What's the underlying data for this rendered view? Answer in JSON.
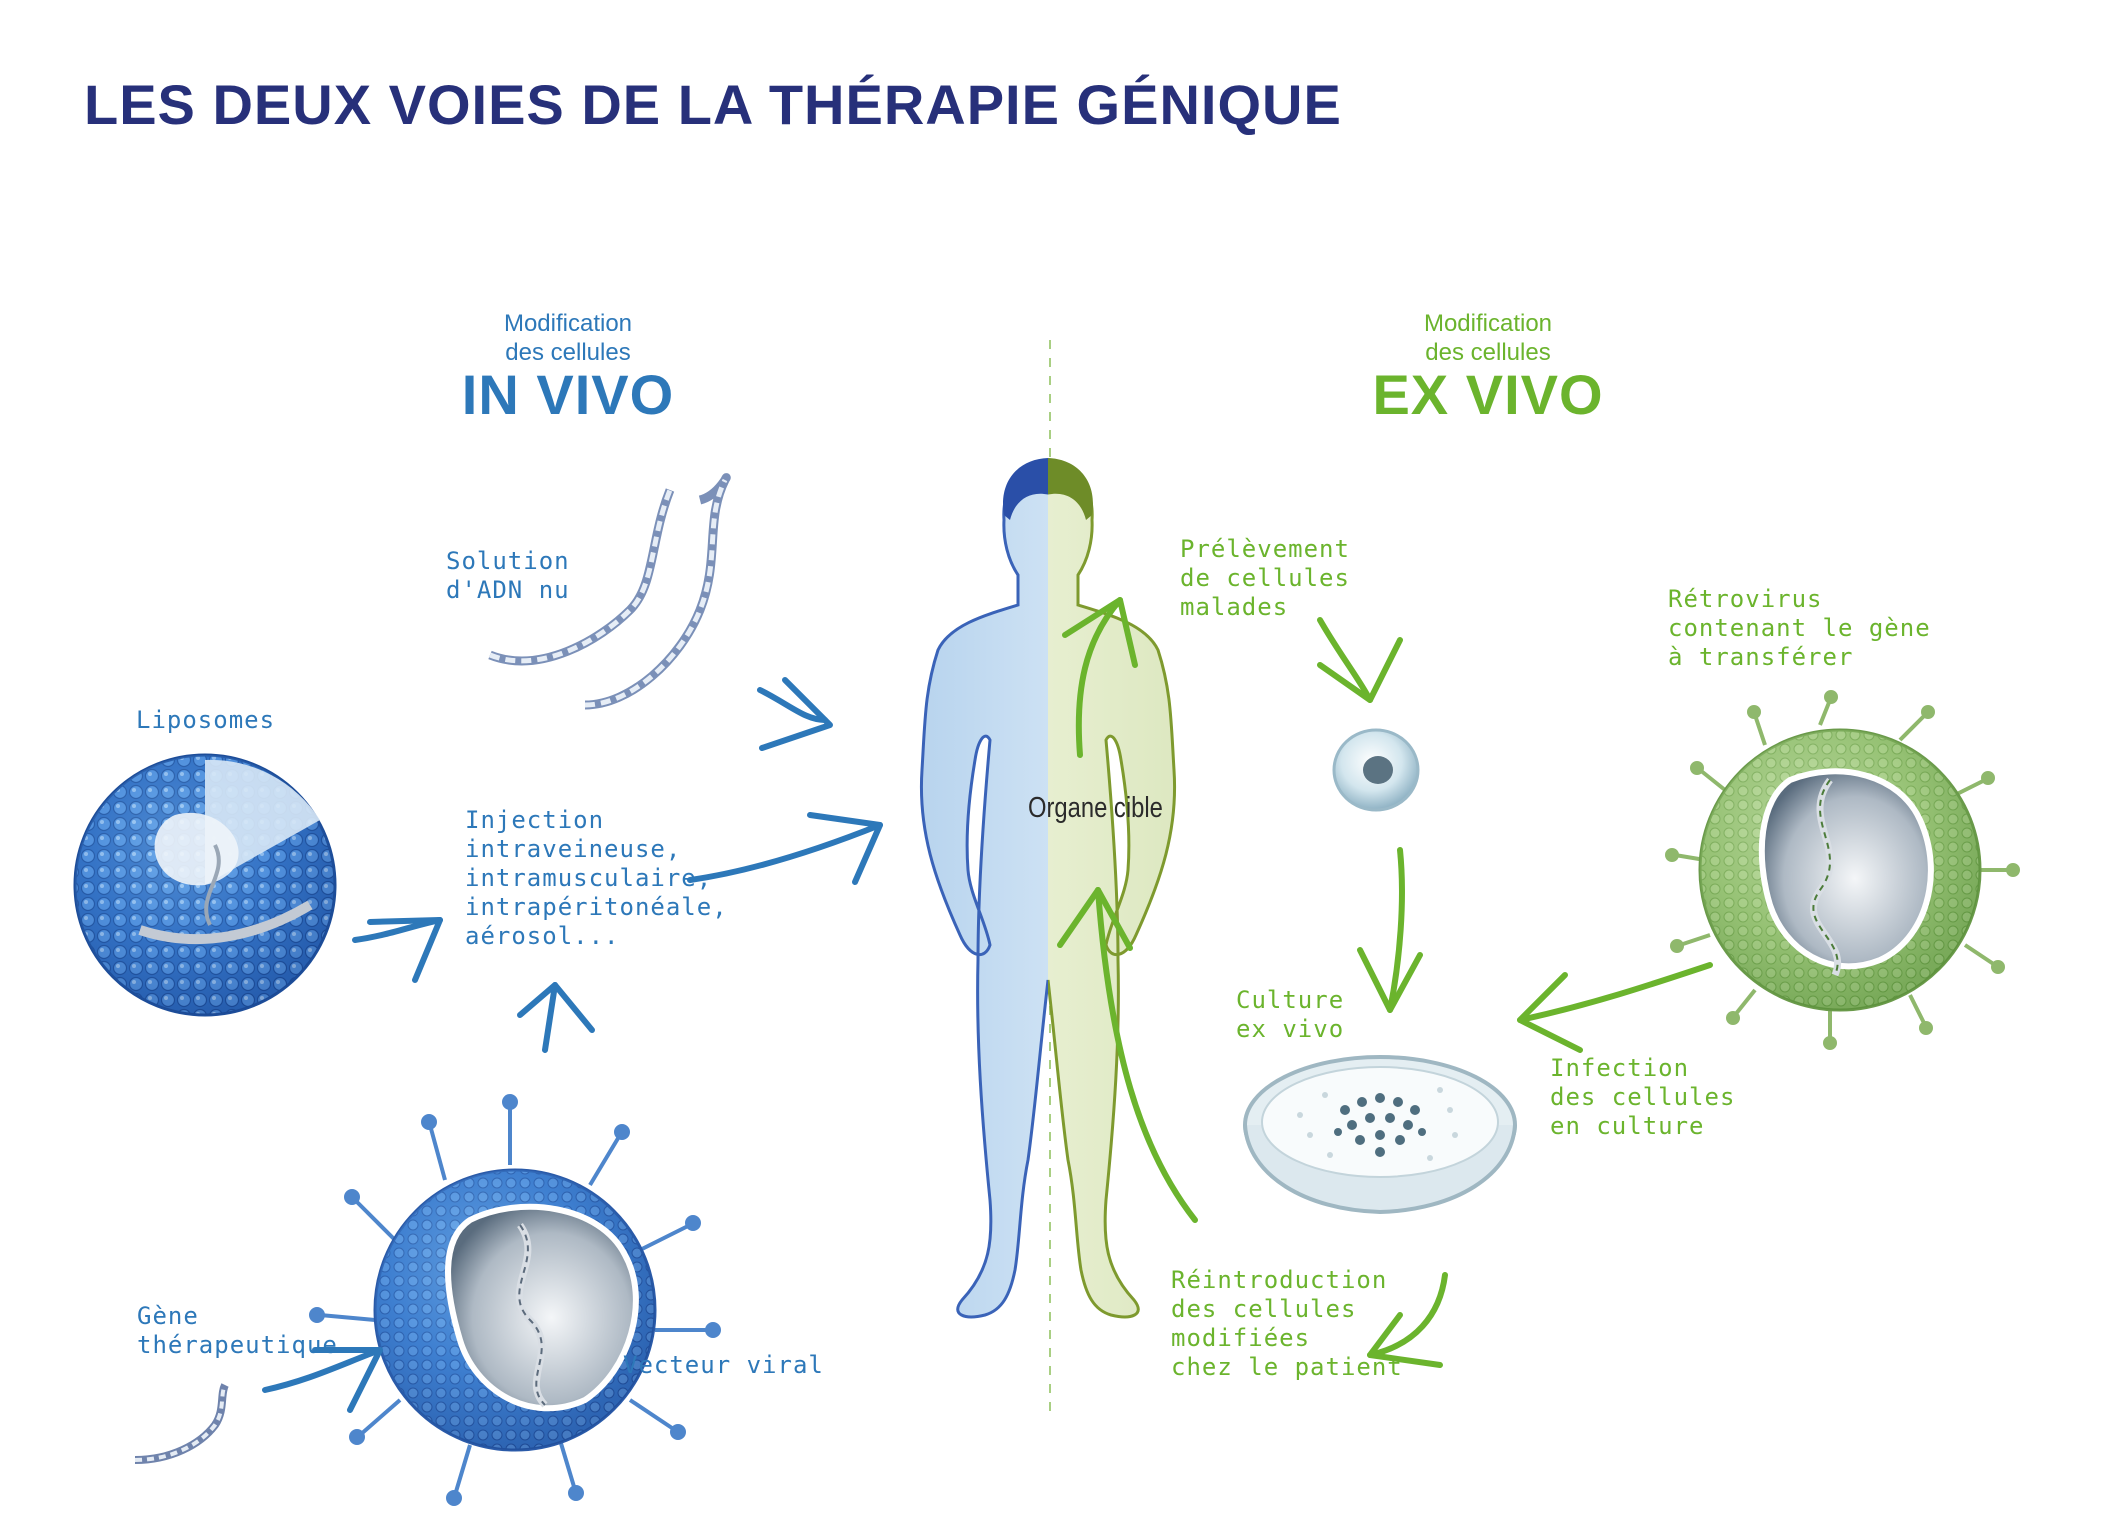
{
  "title": "LES DEUX VOIES DE LA THÉRAPIE GÉNIQUE",
  "in_vivo": {
    "subtitle_line1": "Modification",
    "subtitle_line2": "des cellules",
    "heading": "IN VIVO",
    "color": "#2d78b9",
    "labels": {
      "dna_solution": "Solution\nd'ADN nu",
      "liposomes": "Liposomes",
      "injection": "Injection\nintraveineuse,\nintramusculaire,\nintrapéritonéale,\naérosol...",
      "therapeutic_gene": "Gène\nthérapeutique",
      "viral_vector": "Vecteur viral"
    }
  },
  "ex_vivo": {
    "subtitle_line1": "Modification",
    "subtitle_line2": "des cellules",
    "heading": "EX VIVO",
    "color": "#6bb42d",
    "labels": {
      "sampling": "Prélèvement\nde cellules\nmalades",
      "retrovirus": "Rétrovirus\ncontenant le gène\nà transférer",
      "culture": "Culture\nex vivo",
      "infection": "Infection\ndes cellules\nen culture",
      "reintroduction": "Réintroduction\ndes cellules\nmodifiées\nchez le patient"
    }
  },
  "target_organ": "Organe\ncible",
  "colors": {
    "title": "#27307a",
    "blue": "#2d78b9",
    "green": "#6bb42d"
  }
}
